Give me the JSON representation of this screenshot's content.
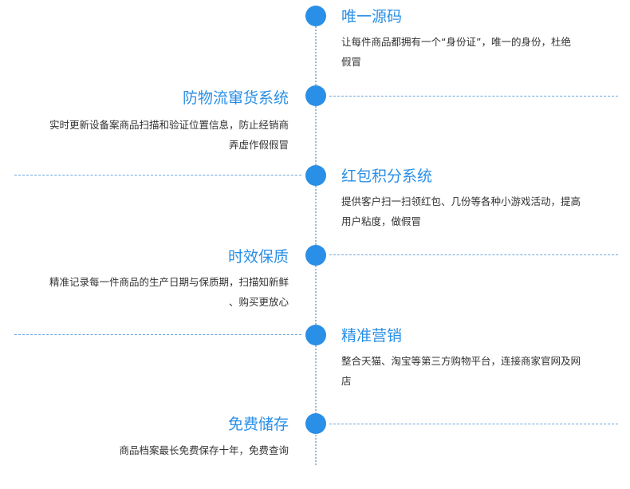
{
  "items": [
    {
      "side": "right",
      "title": "唯一源码",
      "desc_lines": [
        "让每件商品都拥有一个“身份证”，唯一的身份，杜绝",
        "假冒"
      ]
    },
    {
      "side": "left",
      "title": "防物流窜货系统",
      "desc_lines": [
        "实时更新设备案商品扫描和验证位置信息，防止经销商",
        "弄虚作假假冒"
      ]
    },
    {
      "side": "right",
      "title": "红包积分系统",
      "desc_lines": [
        "提供客户扫一扫领红包、几份等各种小游戏活动，提高",
        "用户粘度，做假冒"
      ]
    },
    {
      "side": "left",
      "title": "时效保质",
      "desc_lines": [
        "精准记录每一件商品的生产日期与保质期，扫描知新鲜",
        "、购买更放心"
      ]
    },
    {
      "side": "right",
      "title": "精准营销",
      "desc_lines": [
        "整合天猫、淘宝等第三方购物平台，连接商家官网及网",
        "店"
      ]
    },
    {
      "side": "left",
      "title": "免费储存",
      "desc_lines": [
        "商品档案最长免费保存十年，免费查询"
      ]
    }
  ]
}
